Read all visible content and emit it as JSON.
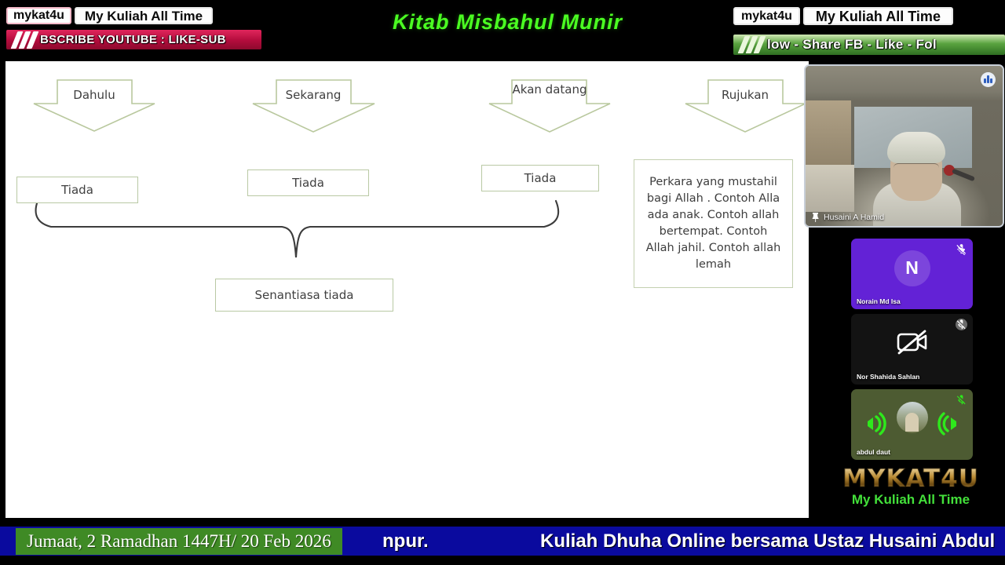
{
  "overlay_left": {
    "channel_tag": "mykat4u",
    "channel_name": "My Kuliah All Time",
    "strip_text": "BSCRIBE      YOUTUBE : LIKE-SUB"
  },
  "overlay_right": {
    "channel_tag": "mykat4u",
    "channel_name": "My Kuliah All Time",
    "strip_text": "low - Share    FB - Like - Fol"
  },
  "lecture_title": "Kitab Misbahul Munir",
  "slide": {
    "arrows": [
      {
        "label": "Dahulu"
      },
      {
        "label": "Sekarang"
      },
      {
        "label": "Akan datang"
      },
      {
        "label": "Rujukan"
      }
    ],
    "boxes": [
      {
        "label": "Tiada"
      },
      {
        "label": "Tiada"
      },
      {
        "label": "Tiada"
      }
    ],
    "paragraph": "Perkara yang mustahil bagi Allah . Contoh Alla ada anak. Contoh allah bertempat. Contoh Allah jahil. Contoh allah lemah",
    "result_box": "Senantiasa tiada"
  },
  "video": {
    "main_speaker": "Husaini A Hamid",
    "participants": [
      {
        "name": "Norain Md Isa",
        "avatar_letter": "N",
        "muted": true,
        "tile_color": "#6322d6",
        "state": "avatar"
      },
      {
        "name": "Nor Shahida Sahlan",
        "muted": true,
        "tile_color": "#131313",
        "state": "camera-off"
      },
      {
        "name": "abdul daut",
        "muted": true,
        "tile_color": "#4d5b32",
        "state": "speaking"
      }
    ]
  },
  "logo": {
    "main": "MYKAT4U",
    "sub": "My Kuliah All Time"
  },
  "bottom": {
    "date_banner": "Jumaat, 2 Ramadhan 1447H/ 20 Feb 2026",
    "ticker_left_fragment": "npur.",
    "ticker_text": "Kuliah Dhuha Online bersama Ustaz Husaini Abdul"
  },
  "colors": {
    "accent_green": "#4bff22",
    "ticker_blue": "#0a0a9e",
    "date_green": "#3f8a25",
    "box_border": "#b9c9a4"
  }
}
